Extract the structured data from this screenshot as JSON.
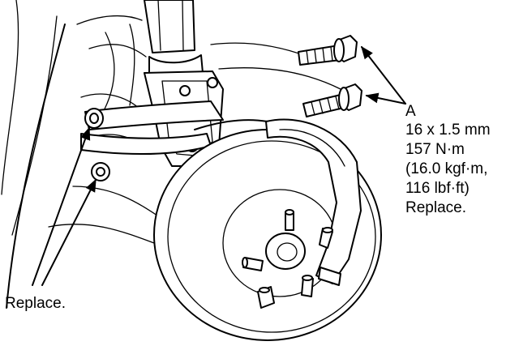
{
  "callout_a": {
    "letter": "A",
    "size": "16 x 1.5 mm",
    "torque": "157 N·m",
    "torque_kgf": "(16.0 kgf·m,",
    "torque_lbf": "116 lbf·ft)",
    "note": "Replace."
  },
  "callout_nuts": {
    "note": "Replace."
  }
}
